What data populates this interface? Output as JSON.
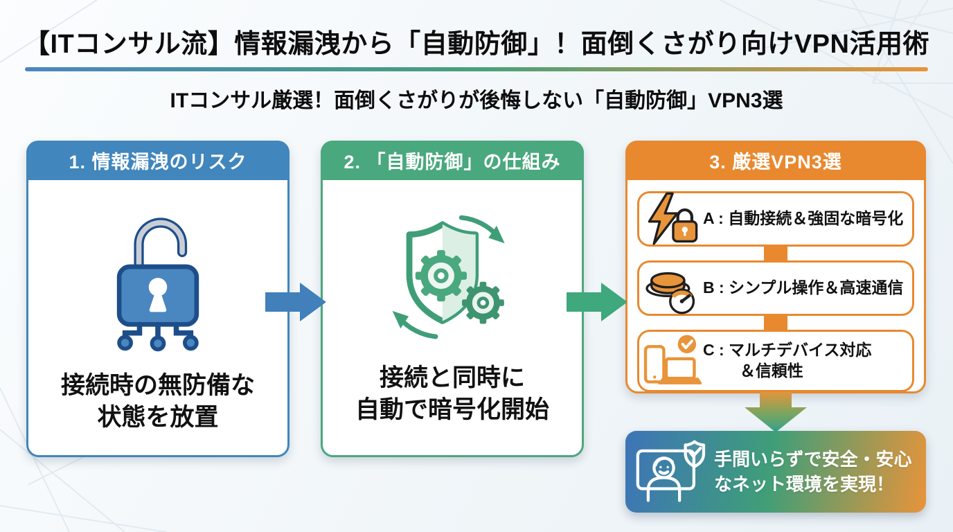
{
  "header": {
    "title": "【ITコンサル流】情報漏洩から「自動防御」！面倒くさがり向けVPN活用術",
    "subtitle": "ITコンサル厳選！面倒くさがりが後悔しない「自動防御」VPN3選"
  },
  "steps": [
    {
      "number_title": "1. 情報漏洩のリスク",
      "caption_line1": "接続時の無防備な",
      "caption_line2": "状態を放置",
      "accent": "#4186bc",
      "icon": "unlocked-padlock-circuit-icon"
    },
    {
      "number_title": "2. 「自動防御」の仕組み",
      "caption_line1": "接続と同時に",
      "caption_line2": "自動で暗号化開始",
      "accent": "#4aa87e",
      "icon": "shield-gears-sync-icon"
    },
    {
      "number_title": "3. 厳選VPN3選",
      "accent": "#e8892f",
      "items": [
        {
          "line1": "A : 自動接続＆強固な暗号化",
          "line2": "",
          "icon": "lightning-lock-icon"
        },
        {
          "line1": "B : シンプル操作＆高速通信",
          "line2": "",
          "icon": "push-button-speedometer-icon"
        },
        {
          "line1": "C : マルチデバイス対応",
          "line2": "＆信頼性",
          "icon": "multi-device-check-icon"
        }
      ]
    }
  ],
  "result": {
    "line1": "手間いらずで安全・安心",
    "line2": "なネット環境を実現！",
    "icon": "person-monitor-shield-icon"
  },
  "colors": {
    "blue": "#4186bc",
    "green": "#4aa87e",
    "orange": "#e8892f",
    "navy": "#1d4e89",
    "divider_gradient": [
      "#4a86c0",
      "#47a07a",
      "#e8943a"
    ],
    "result_gradient": [
      "#3d74b8",
      "#3f9e78",
      "#e8943a"
    ]
  }
}
